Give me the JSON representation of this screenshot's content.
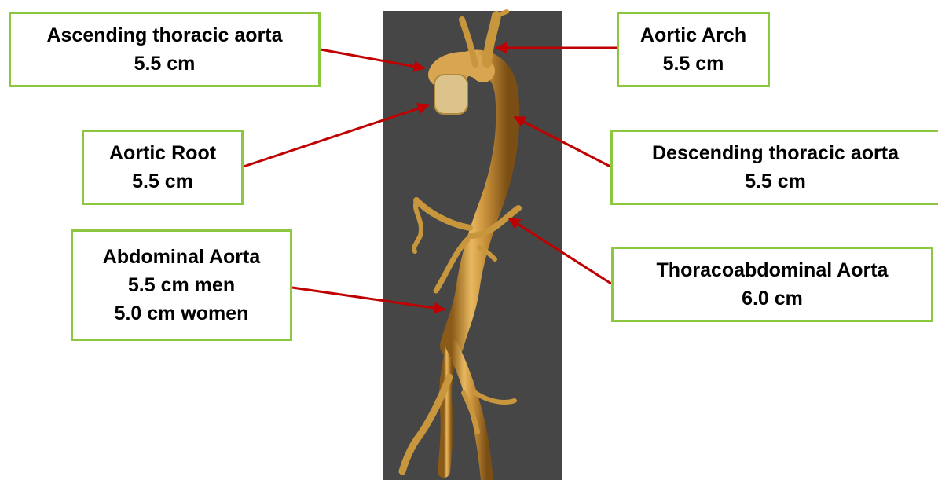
{
  "colors": {
    "label_border": "#8dc63f",
    "arrow": "#c00000",
    "scan_background": "#464646",
    "vessel": "#c8963c"
  },
  "labels": {
    "ascending": {
      "lines": [
        "Ascending thoracic aorta",
        "5.5 cm"
      ]
    },
    "arch": {
      "lines": [
        "Aortic Arch",
        "5.5 cm"
      ]
    },
    "root": {
      "lines": [
        "Aortic Root",
        "5.5 cm"
      ]
    },
    "descending": {
      "lines": [
        "Descending thoracic aorta",
        "5.5 cm"
      ]
    },
    "abdominal": {
      "lines": [
        "Abdominal Aorta",
        "5.5 cm men",
        "5.0 cm women"
      ]
    },
    "thoracoabdominal": {
      "lines": [
        "Thoracoabdominal Aorta",
        "6.0 cm"
      ]
    }
  }
}
